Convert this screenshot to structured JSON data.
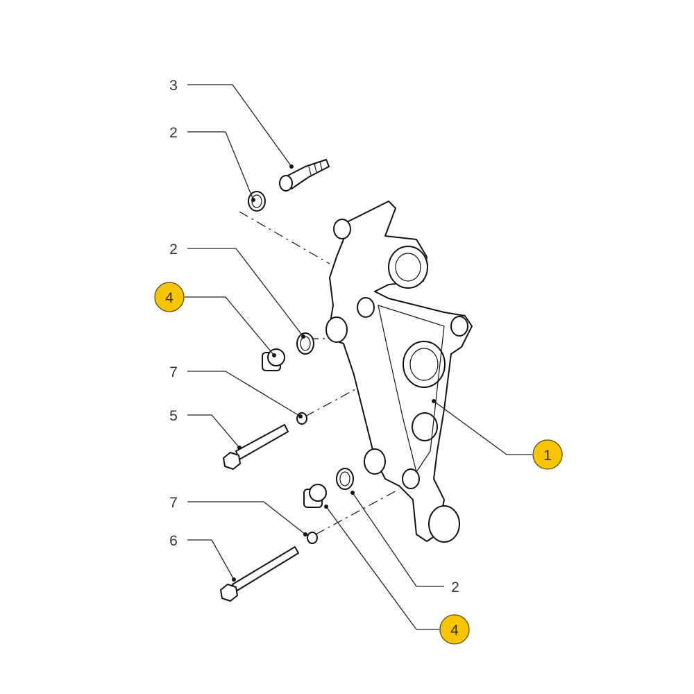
{
  "diagram": {
    "callouts": [
      {
        "label": "3",
        "highlighted": false
      },
      {
        "label": "2",
        "highlighted": false
      },
      {
        "label": "2",
        "highlighted": false
      },
      {
        "label": "4",
        "highlighted": true
      },
      {
        "label": "7",
        "highlighted": false
      },
      {
        "label": "5",
        "highlighted": false
      },
      {
        "label": "1",
        "highlighted": true
      },
      {
        "label": "7",
        "highlighted": false
      },
      {
        "label": "2",
        "highlighted": false
      },
      {
        "label": "6",
        "highlighted": false
      },
      {
        "label": "4",
        "highlighted": true
      }
    ],
    "colors": {
      "highlight": "#F7C600",
      "highlight_border": "#5a4a10",
      "line": "#222222"
    }
  }
}
